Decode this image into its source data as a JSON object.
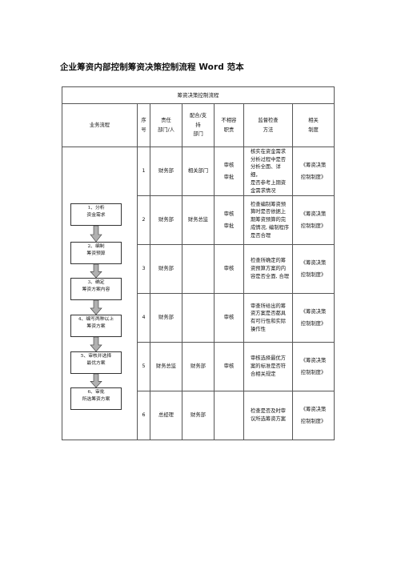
{
  "document": {
    "title": "企业筹资内部控制筹资决策控制流程 Word 范本"
  },
  "table": {
    "caption": "筹资决策控制流程",
    "headers": {
      "process": "业务流程",
      "seq": [
        "序",
        "号"
      ],
      "dept": [
        "责任",
        "部门/人"
      ],
      "coop": [
        "配合/支",
        "持",
        "部门"
      ],
      "incompatible": [
        "不相容",
        "职责"
      ],
      "supervise": [
        "监督检查",
        "方法"
      ],
      "rules": [
        "相关",
        "制度"
      ]
    },
    "rows": [
      {
        "seq": "1",
        "dept": "财务部",
        "coop": "相关部门",
        "ops": [
          "审核",
          "审批"
        ],
        "check": [
          "核实在资金需求",
          "分析过程中是否",
          "分析全面、详细，",
          "是否参考上期资",
          "金需求情况"
        ],
        "rules": [
          "《筹资决策",
          "控制制度》"
        ]
      },
      {
        "seq": "2",
        "dept": "财务部",
        "coop": "财务总监",
        "ops": [
          "审核",
          "审批"
        ],
        "check": [
          "检查编制筹资预",
          "算时是否依据上",
          "期筹资预算的完",
          "成情况, 编制程序",
          "是否合理"
        ],
        "rules": [
          "《筹资决策",
          "控制制度》"
        ]
      },
      {
        "seq": "3",
        "dept": "财务部",
        "coop": "",
        "ops": [
          "审核"
        ],
        "check": [
          "检查所确定的筹",
          "资预算方案的内",
          "容是否全面, 合理"
        ],
        "rules": [
          "《筹资决策",
          "控制制度》"
        ]
      },
      {
        "seq": "4",
        "dept": "财务部",
        "coop": "",
        "ops": [
          "审核"
        ],
        "check": [
          "审查所给出的筹",
          "资方案是否都具",
          "有可行性和实际",
          "操作性"
        ],
        "rules": [
          "《筹资决策",
          "控制制度》"
        ]
      },
      {
        "seq": "5",
        "dept": "财务总监",
        "coop": "财务部",
        "ops": [
          "审核"
        ],
        "check": [
          "审核选择最优方",
          "案的标准是否符",
          "合相关规定"
        ],
        "rules": [
          "《筹资决策",
          "控制制度》"
        ]
      },
      {
        "seq": "6",
        "dept": "总经理",
        "coop": "财务部",
        "ops": [],
        "check": [
          "检查是否及时审",
          "议所选筹资方案"
        ],
        "rules": [
          "《筹资决策",
          "控制制度》"
        ]
      }
    ]
  },
  "flow": {
    "steps": [
      [
        "1、分析",
        "资金需求"
      ],
      [
        "2、编制",
        "筹资预算"
      ],
      [
        "3、确定",
        "筹资方案内容"
      ],
      [
        "4、编写两种以上",
        "筹资方案"
      ],
      [
        "5、审核并选择",
        "最优方案"
      ],
      [
        "6、审批",
        "所选筹资方案"
      ]
    ]
  },
  "colors": {
    "border": "#555555",
    "arrow_fill": "#b0b0b0",
    "text": "#111111"
  }
}
